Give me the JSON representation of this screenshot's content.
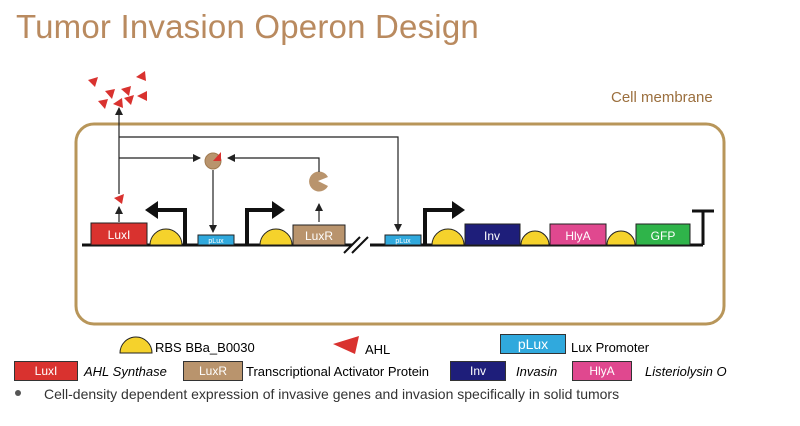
{
  "title": "Tumor Invasion Operon Design",
  "membrane_label": "Cell membrane",
  "genes": {
    "luxi": "LuxI",
    "luxr": "LuxR",
    "inv": "Inv",
    "hlya": "HlyA",
    "gfp": "GFP",
    "plux": "pLux"
  },
  "legend": {
    "rbs": "RBS BBa_B0030",
    "ahl": "AHL",
    "plux_box": "pLux",
    "plux_desc": "Lux Promoter",
    "luxi_box": "LuxI",
    "luxi_desc": "AHL Synthase",
    "luxr_box": "LuxR",
    "luxr_desc": "Transcriptional Activator Protein",
    "inv_box": "Inv",
    "inv_desc": "Invasin",
    "hlya_box": "HlyA",
    "hlya_desc": "Listeriolysin O"
  },
  "bullet": "Cell-density dependent expression of invasive genes and invasion specifically in solid tumors",
  "colors": {
    "title": "#b98a5f",
    "membrane": "#b8965a",
    "luxi": "#d9322f",
    "luxr": "#b9946d",
    "inv": "#1e1e7a",
    "hlya": "#e0488f",
    "gfp": "#2fb44a",
    "plux": "#30a9dd",
    "rbs": "#f5d22c",
    "ahl": "#d9322f"
  }
}
